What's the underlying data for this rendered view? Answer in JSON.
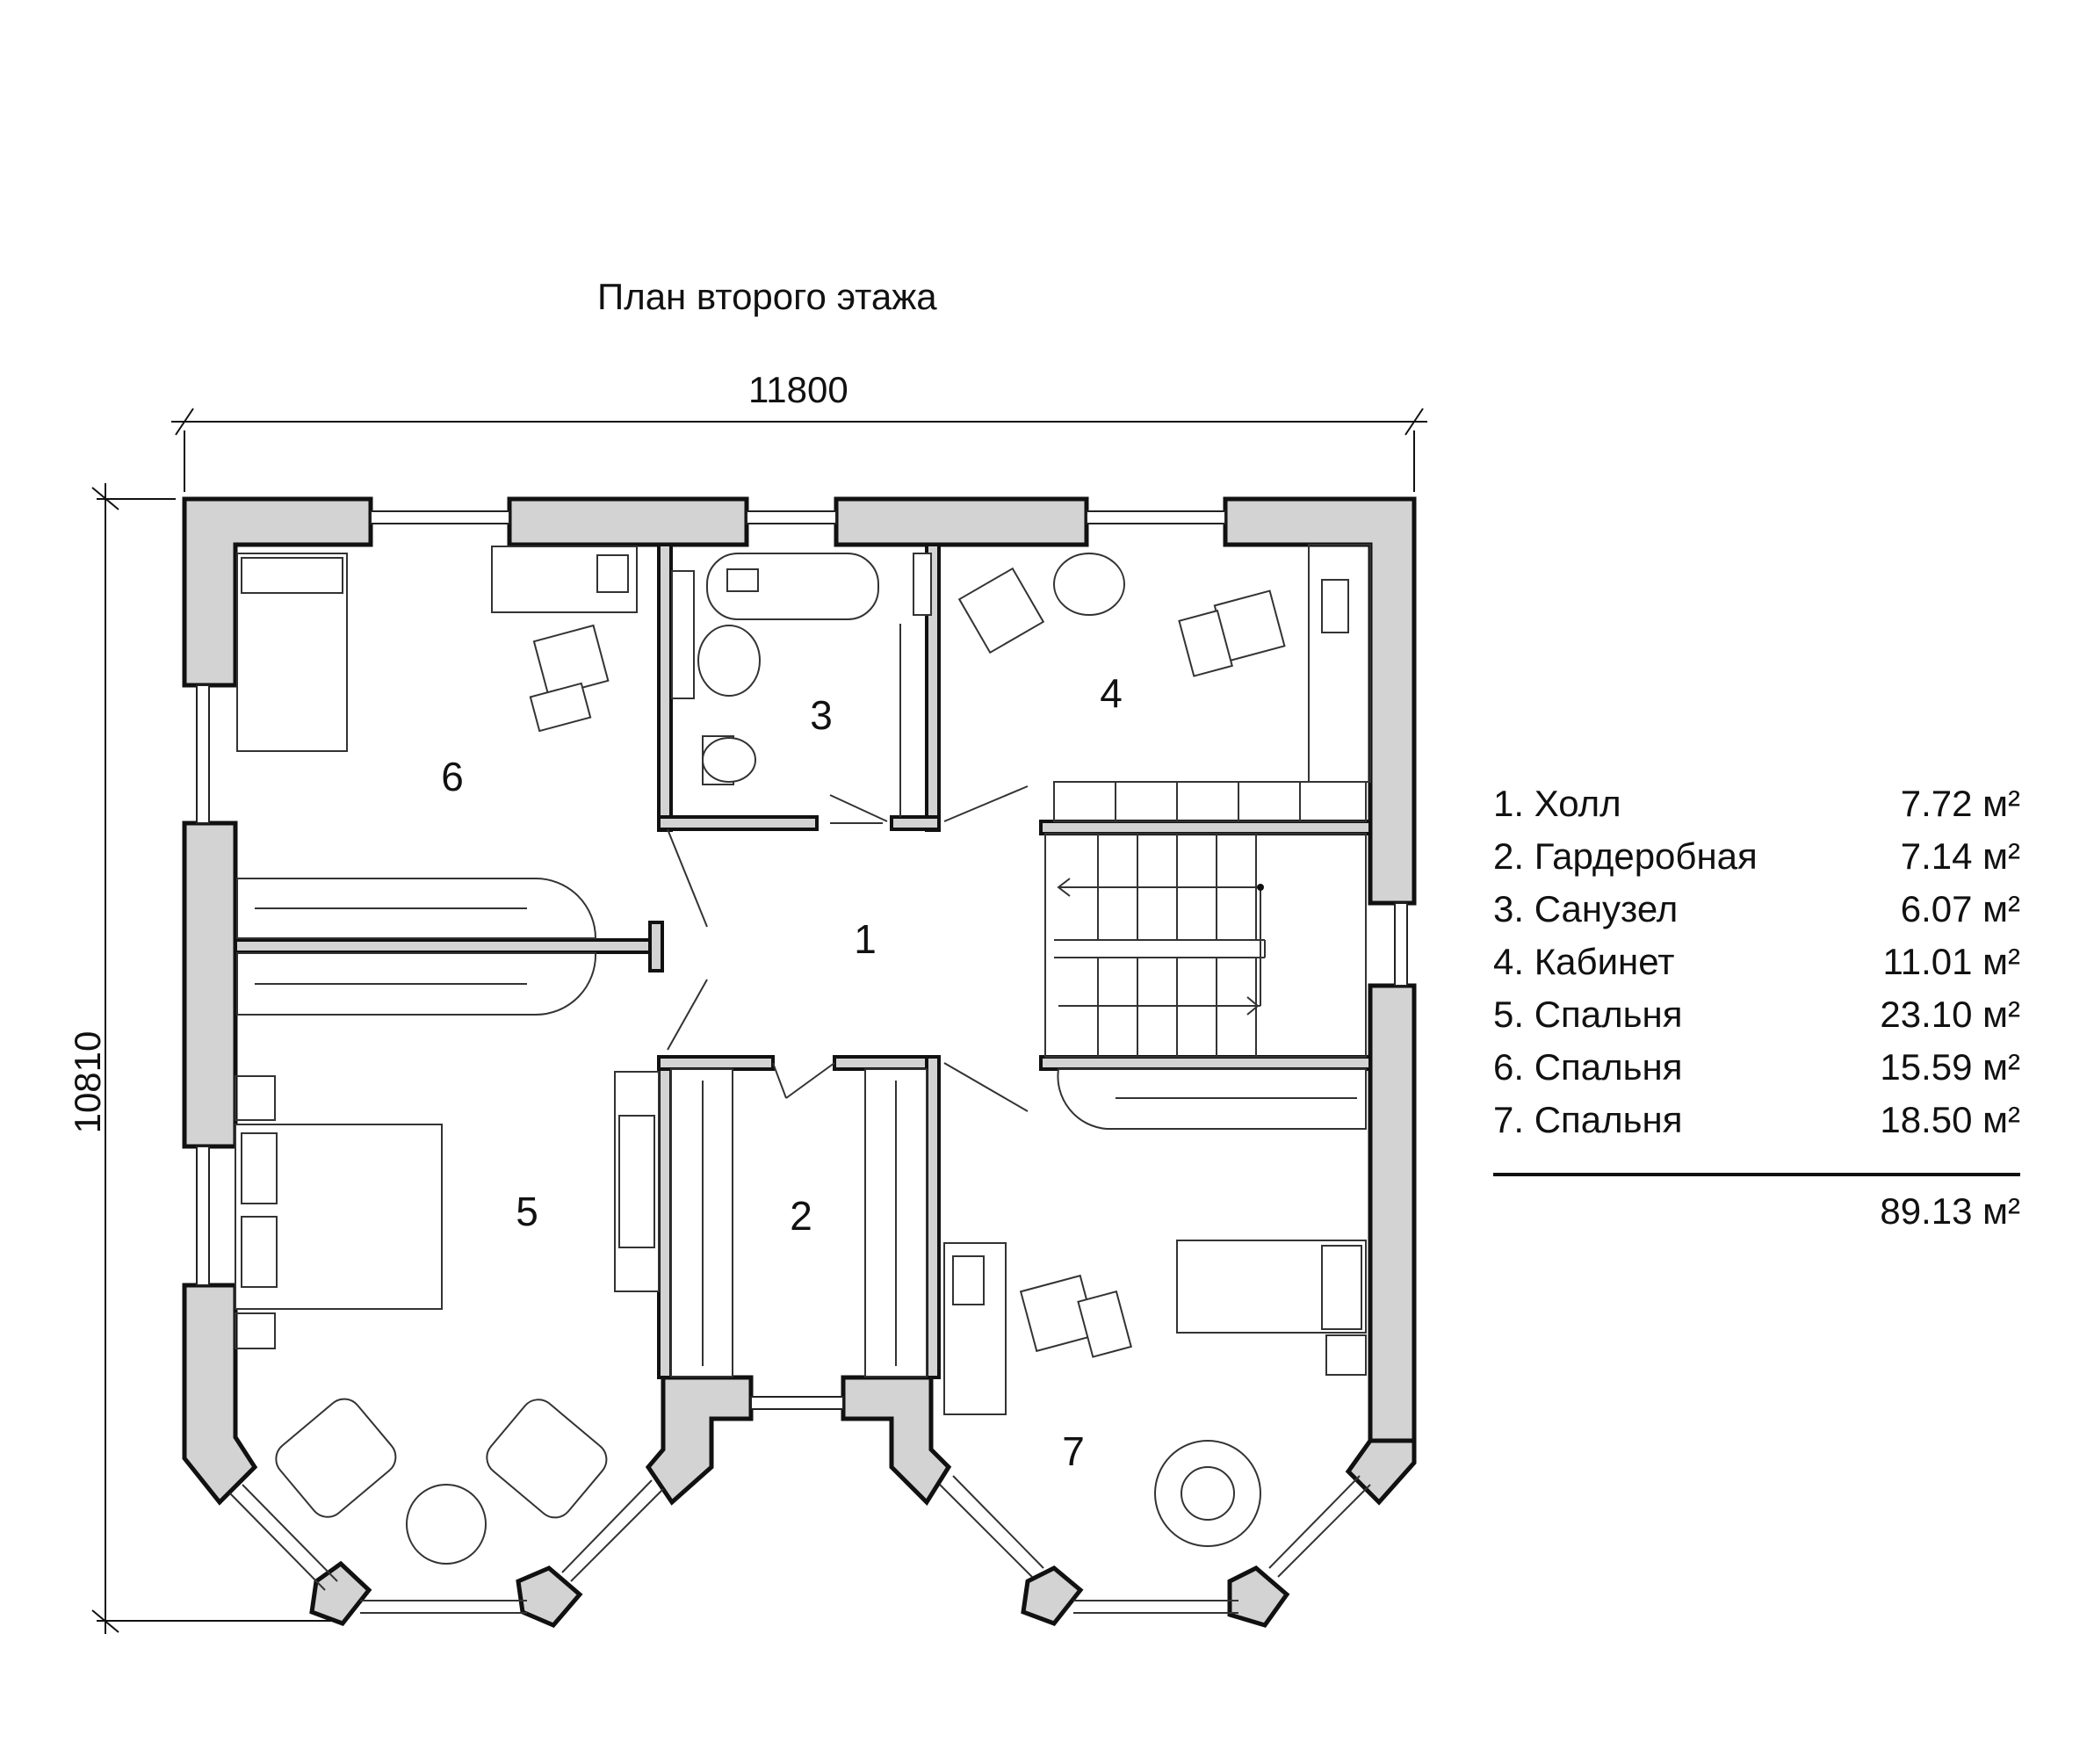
{
  "title": "План второго этажа",
  "dimensions": {
    "width": "11800",
    "height": "10810"
  },
  "rooms": [
    {
      "num": "1",
      "name": "Холл",
      "area": "7.72 м²"
    },
    {
      "num": "2",
      "name": "Гардеробная",
      "area": "7.14 м²"
    },
    {
      "num": "3",
      "name": "Санузел",
      "area": "6.07 м²"
    },
    {
      "num": "4",
      "name": "Кабинет",
      "area": "11.01 м²"
    },
    {
      "num": "5",
      "name": "Спальня",
      "area": "23.10 м²"
    },
    {
      "num": "6",
      "name": "Спальня",
      "area": "15.59 м²"
    },
    {
      "num": "7",
      "name": "Спальня",
      "area": "18.50 м²"
    }
  ],
  "legend": [
    {
      "label": "1. Холл",
      "area": "7.72 м²"
    },
    {
      "label": "2. Гардеробная",
      "area": "7.14 м²"
    },
    {
      "label": "3. Санузел",
      "area": "6.07 м²"
    },
    {
      "label": "4. Кабинет",
      "area": "11.01 м²"
    },
    {
      "label": "5. Спальня",
      "area": "23.10 м²"
    },
    {
      "label": "6. Спальня",
      "area": "15.59 м²"
    },
    {
      "label": "7. Спальня",
      "area": "18.50 м²"
    }
  ],
  "total_area": "89.13 м²"
}
